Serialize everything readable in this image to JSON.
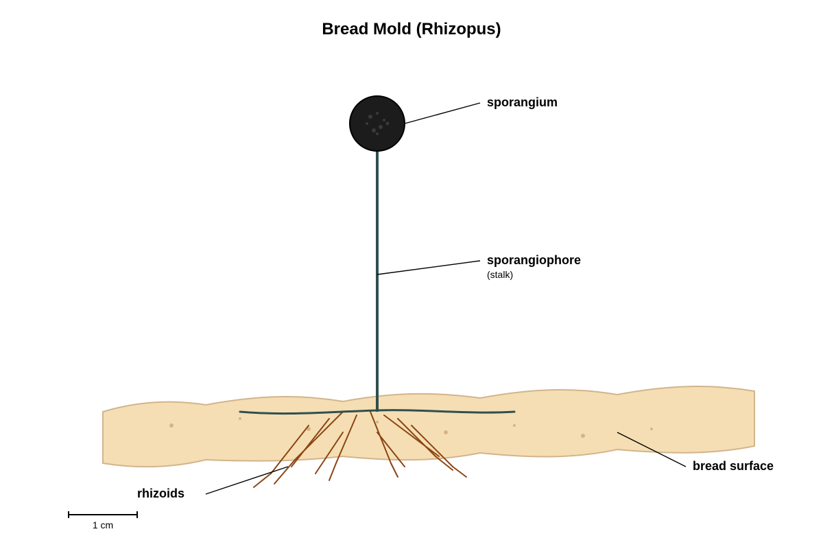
{
  "title": "Bread Mold (Rhizopus)",
  "labels": {
    "sporangium": "sporangium",
    "sporangiophore": "sporangiophore",
    "sporangiophore_note": "(stalk)",
    "bread_surface": "bread surface",
    "rhizoids": "rhizoids"
  },
  "scale_bar": {
    "label": "1 cm"
  },
  "colors": {
    "bread_fill": "#f5deb3",
    "bread_edge": "#d2b48c",
    "crumb": "#d4b48a",
    "stalk": "#2f4f4f",
    "sporangium_fill": "#1c1c1c",
    "spore_dots": "#3a3a3a",
    "rhizoid": "#8b4513"
  }
}
